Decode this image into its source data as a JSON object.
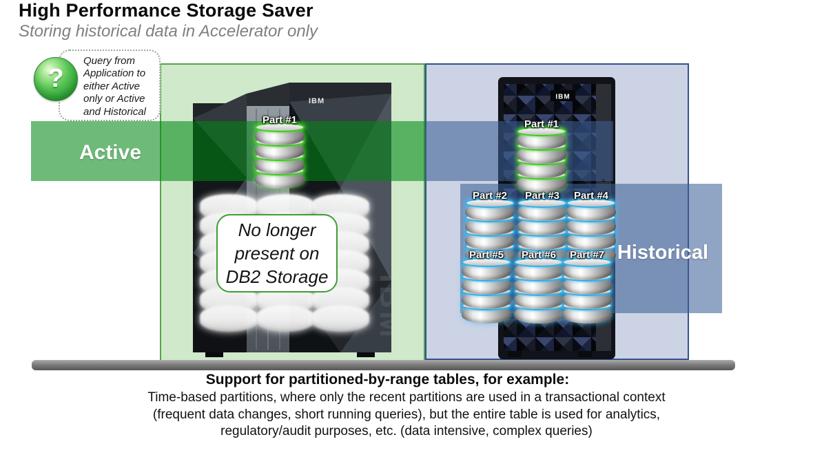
{
  "slide": {
    "title": "High Performance Storage Saver",
    "subtitle": "Storing historical data in Accelerator only"
  },
  "callout": {
    "icon": "question-mark-icon",
    "question_glyph": "?",
    "lines": [
      "Query from",
      "Application to",
      "either Active",
      "only or Active",
      "and Historical"
    ]
  },
  "zones": {
    "active": {
      "label": "Active"
    },
    "historical": {
      "label": "Historical"
    }
  },
  "machines": {
    "db2": {
      "brand": "IBM"
    },
    "accelerator": {
      "brand": "IBM"
    }
  },
  "note": {
    "lines": [
      "No longer",
      "present on",
      "DB2 Storage"
    ]
  },
  "partitions": {
    "db2": [
      {
        "label": "Part #1",
        "state": "active"
      }
    ],
    "accelerator": [
      {
        "label": "Part #1",
        "state": "active"
      },
      {
        "label": "Part #2",
        "state": "historical"
      },
      {
        "label": "Part #3",
        "state": "historical"
      },
      {
        "label": "Part #4",
        "state": "historical"
      },
      {
        "label": "Part #5",
        "state": "historical"
      },
      {
        "label": "Part #6",
        "state": "historical"
      },
      {
        "label": "Part #7",
        "state": "historical"
      }
    ]
  },
  "footer": {
    "heading": "Support for partitioned-by-range tables, for example:",
    "lines": [
      "Time-based partitions, where only the recent partitions are used in a transactional context",
      "(frequent data changes, short running queries), but the entire table is used for analytics,",
      "regulatory/audit purposes, etc. (data intensive, complex queries)"
    ]
  },
  "colors": {
    "panel_green": "#cfe9ca",
    "panel_blue": "#ccd3e4",
    "active_band": "rgba(0,135,20,0.57)",
    "historical_band": "rgba(60,95,150,0.57)",
    "active_ring": "#3ecb1e",
    "historical_ring": "#2fb0e8",
    "note_border": "#3f9c35"
  }
}
